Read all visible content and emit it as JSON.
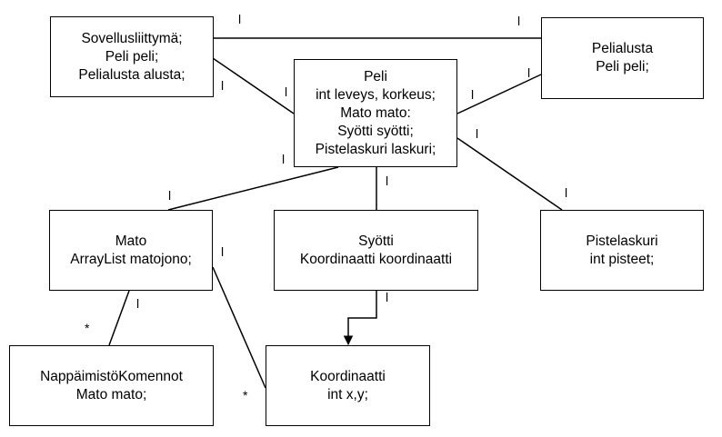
{
  "classes": {
    "sovellusliittyma": [
      "Sovellusliittymä;",
      "Peli peli;",
      "Pelialusta alusta;"
    ],
    "pelialusta": [
      "Pelialusta",
      "Peli peli;"
    ],
    "peli": [
      "Peli",
      "int leveys, korkeus;",
      "Mato mato:",
      "Syötti syötti;",
      "Pistelaskuri laskuri;"
    ],
    "mato": [
      "Mato",
      "ArrayList matojono;"
    ],
    "syotti": [
      "Syötti",
      "Koordinaatti koordinaatti"
    ],
    "pistelaskuri": [
      "Pistelaskuri",
      "int pisteet;"
    ],
    "nappaimisto": [
      "NappäimistöKomennot",
      "Mato mato;"
    ],
    "koordinaatti": [
      "Koordinaatti",
      "int x,y;"
    ]
  },
  "multiplicities": {
    "one": "l",
    "many": "*"
  }
}
